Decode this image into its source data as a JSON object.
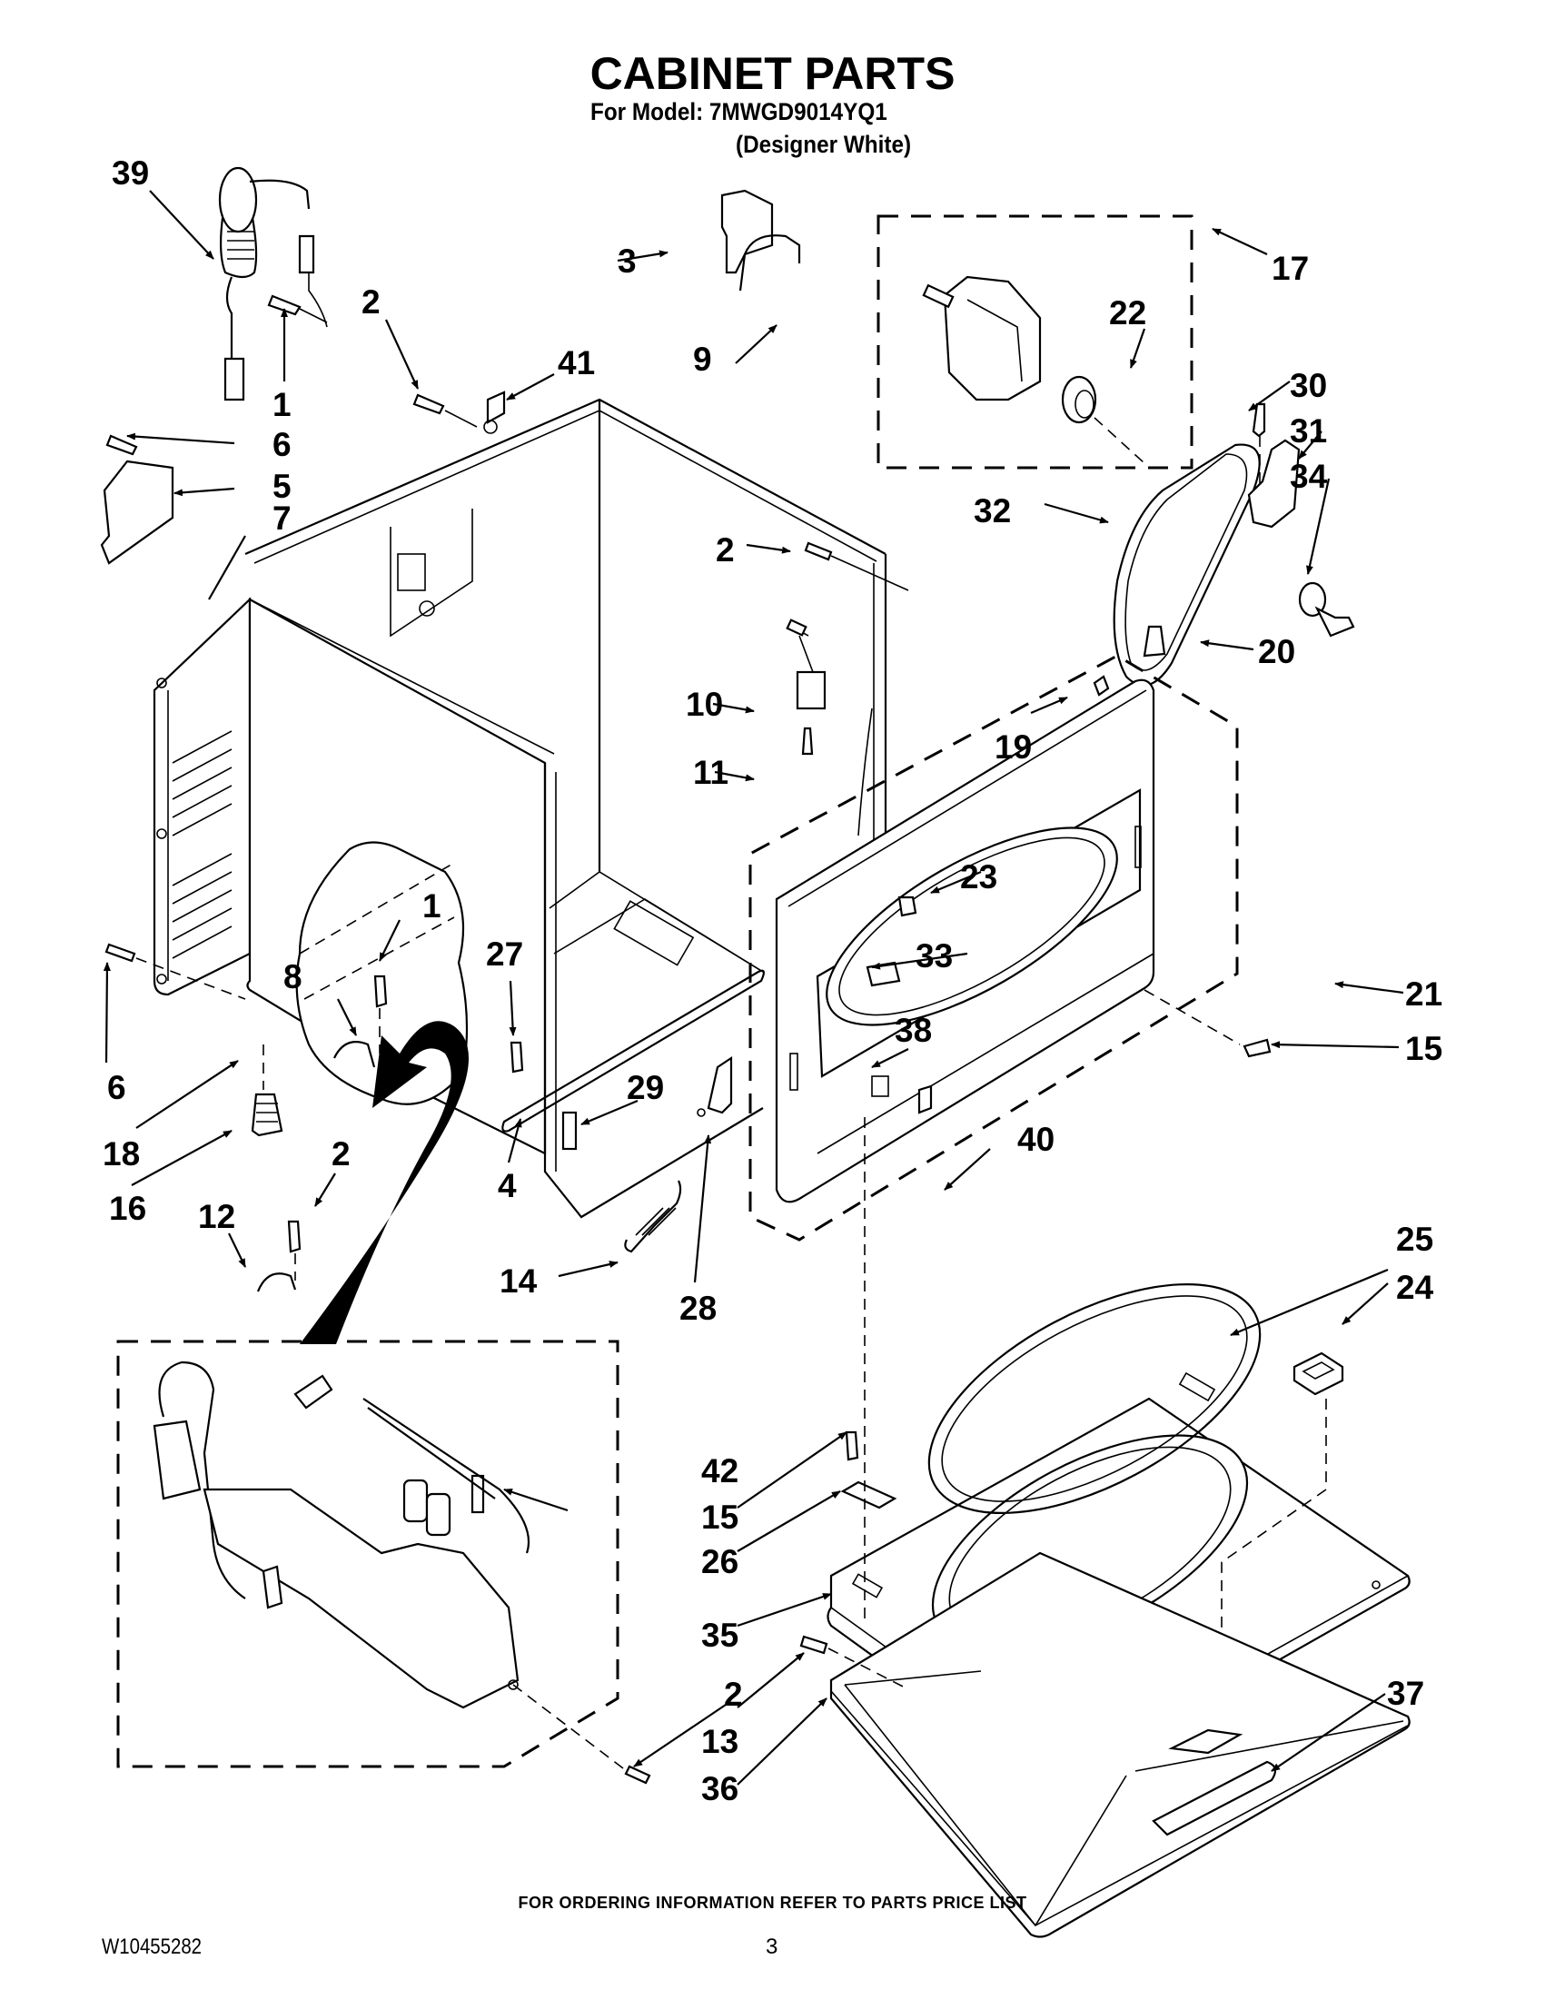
{
  "header": {
    "title": "CABINET PARTS",
    "model_line": "For Model: 7MWGD9014YQ1",
    "variant_line": "(Designer White)"
  },
  "callouts": [
    {
      "id": "c39",
      "label": "39"
    },
    {
      "id": "c1a",
      "label": "1"
    },
    {
      "id": "c2a",
      "label": "2"
    },
    {
      "id": "c41",
      "label": "41"
    },
    {
      "id": "c6a",
      "label": "6"
    },
    {
      "id": "c5",
      "label": "5"
    },
    {
      "id": "c7",
      "label": "7"
    },
    {
      "id": "c3",
      "label": "3"
    },
    {
      "id": "c9",
      "label": "9"
    },
    {
      "id": "c17",
      "label": "17"
    },
    {
      "id": "c22",
      "label": "22"
    },
    {
      "id": "c30",
      "label": "30"
    },
    {
      "id": "c31",
      "label": "31"
    },
    {
      "id": "c34",
      "label": "34"
    },
    {
      "id": "c32",
      "label": "32"
    },
    {
      "id": "c2b",
      "label": "2"
    },
    {
      "id": "c20",
      "label": "20"
    },
    {
      "id": "c10",
      "label": "10"
    },
    {
      "id": "c19",
      "label": "19"
    },
    {
      "id": "c11",
      "label": "11"
    },
    {
      "id": "c23",
      "label": "23"
    },
    {
      "id": "c33",
      "label": "33"
    },
    {
      "id": "c21",
      "label": "21"
    },
    {
      "id": "c38",
      "label": "38"
    },
    {
      "id": "c15a",
      "label": "15"
    },
    {
      "id": "c1b",
      "label": "1"
    },
    {
      "id": "c8",
      "label": "8"
    },
    {
      "id": "c27",
      "label": "27"
    },
    {
      "id": "c6b",
      "label": "6"
    },
    {
      "id": "c29",
      "label": "29"
    },
    {
      "id": "c18",
      "label": "18"
    },
    {
      "id": "c4",
      "label": "4"
    },
    {
      "id": "c40",
      "label": "40"
    },
    {
      "id": "c16",
      "label": "16"
    },
    {
      "id": "c2c",
      "label": "2"
    },
    {
      "id": "c12",
      "label": "12"
    },
    {
      "id": "c14",
      "label": "14"
    },
    {
      "id": "c28",
      "label": "28"
    },
    {
      "id": "c25",
      "label": "25"
    },
    {
      "id": "c24",
      "label": "24"
    },
    {
      "id": "c42",
      "label": "42"
    },
    {
      "id": "c15b",
      "label": "15"
    },
    {
      "id": "c26",
      "label": "26"
    },
    {
      "id": "c35",
      "label": "35"
    },
    {
      "id": "c2d",
      "label": "2"
    },
    {
      "id": "c13",
      "label": "13"
    },
    {
      "id": "c37",
      "label": "37"
    },
    {
      "id": "c36",
      "label": "36"
    }
  ],
  "footer": {
    "ordering_note": "FOR ORDERING INFORMATION REFER TO PARTS PRICE LIST",
    "document_number": "W10455282",
    "page_number": "3"
  }
}
